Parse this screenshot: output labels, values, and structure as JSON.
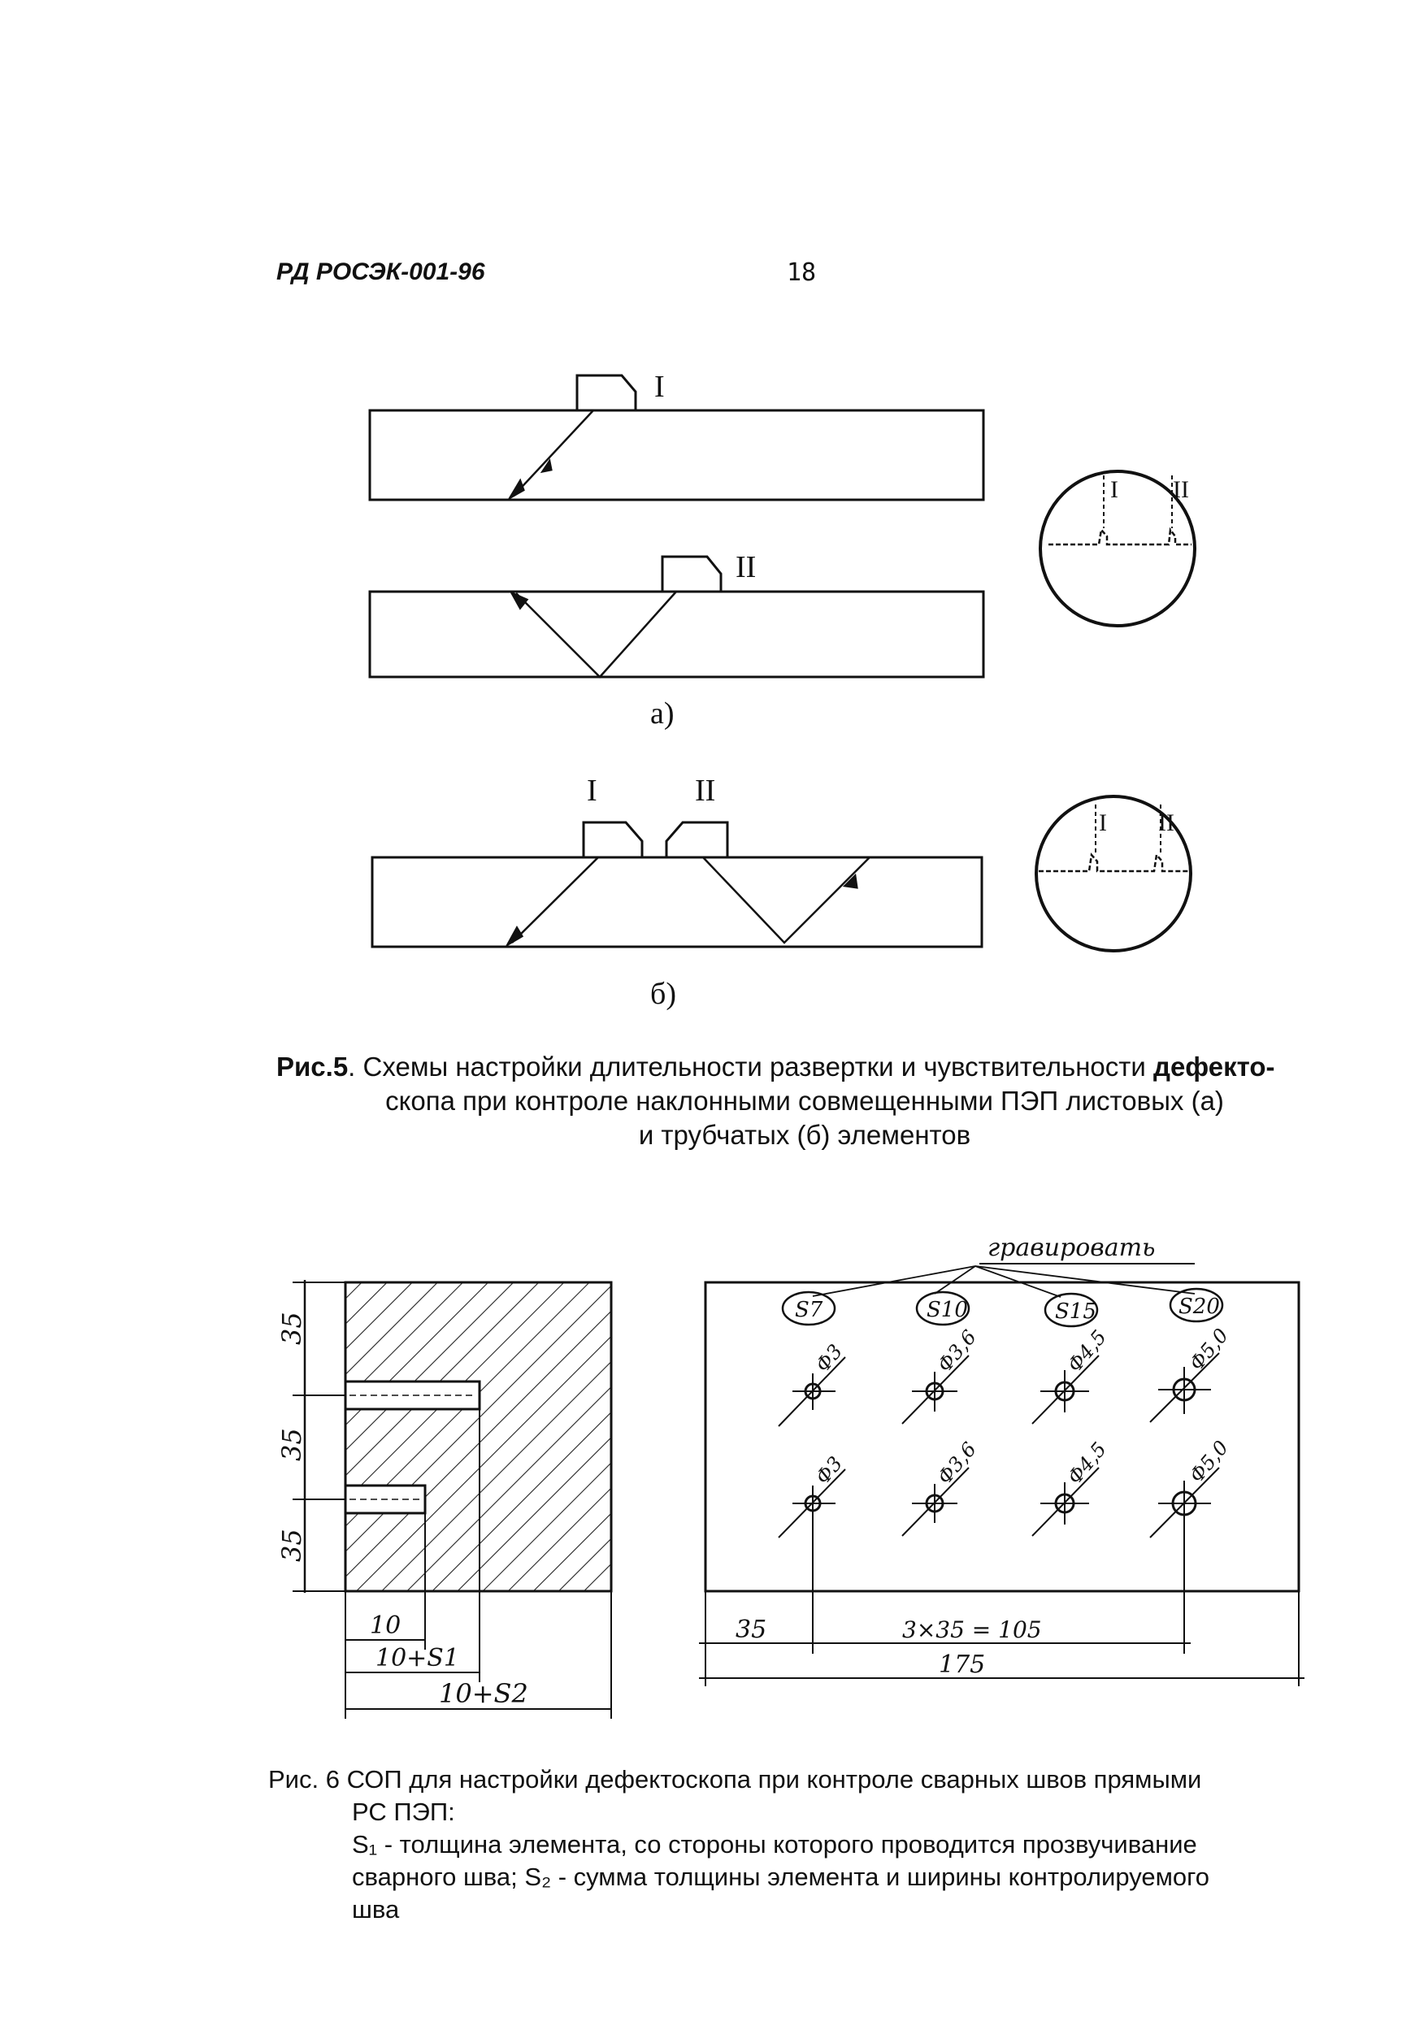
{
  "header": {
    "doc_code": "РД РОСЭК-001-96",
    "page_number": "18"
  },
  "figure5": {
    "marks": {
      "one": "I",
      "two": "II"
    },
    "panel_a_label": "а)",
    "panel_b_label": "б)",
    "caption": {
      "prefix": "Рис.5",
      "line1_rest": ". Схемы настройки длительности развертки и чувствительности ",
      "line1_bold_end": "дефекто-",
      "line2": "скопа при контроле наклонными совмещенными ПЭП листовых (а)",
      "line3": "и трубчатых (б) элементов"
    }
  },
  "figure6": {
    "engrave_label": "гравировать",
    "left_block": {
      "dim_35_top": "35",
      "dim_35_mid": "35",
      "dim_35_bot": "35",
      "dim_10": "10",
      "dim_10_s1": "10+S1",
      "dim_10_s2": "10+S2"
    },
    "right_block": {
      "engraving_tags": [
        "S7",
        "S10",
        "S15",
        "S20"
      ],
      "hole_labels_row1": [
        "Ф3",
        "Ф3,6",
        "Ф4,5",
        "Ф5,0"
      ],
      "hole_labels_row2": [
        "Ф3",
        "Ф3,6",
        "Ф4,5",
        "Ф5,0"
      ],
      "dim_35": "35",
      "dim_spacing": "3×35 = 105",
      "dim_total": "175"
    },
    "caption": {
      "line1": "Рис. 6  СОП для настройки дефектоскопа при контроле сварных швов прямыми",
      "line2": "РС ПЭП:",
      "line3": "S₁ - толщина элемента, со стороны которого проводится прозвучивание",
      "line4": "сварного шва; S₂ - сумма толщины элемента и ширины контролируемого",
      "line5": "шва"
    }
  }
}
